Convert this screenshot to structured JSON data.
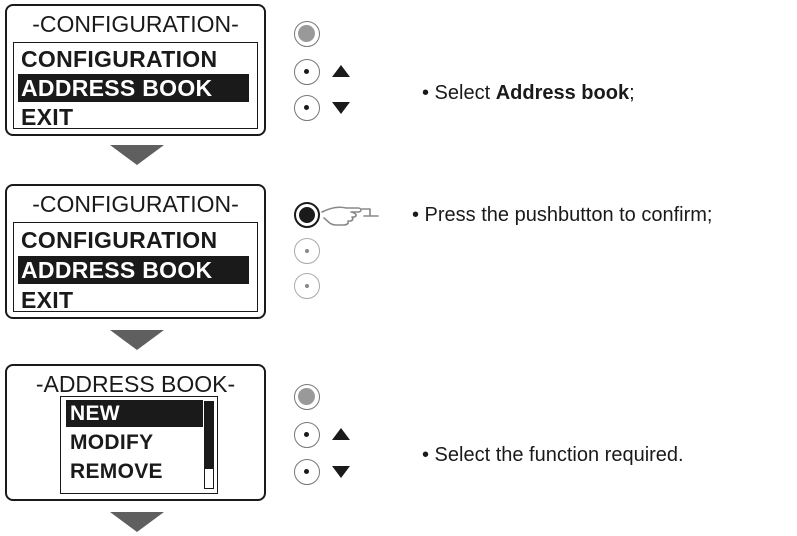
{
  "panel1": {
    "title": "-CONFIGURATION-",
    "items": [
      "CONFIGURATION",
      "ADDRESS BOOK",
      "EXIT"
    ],
    "selected_index": 1
  },
  "panel2": {
    "title": "-CONFIGURATION-",
    "items": [
      "CONFIGURATION",
      "ADDRESS BOOK",
      "EXIT"
    ],
    "selected_index": 1
  },
  "panel3": {
    "title": "-ADDRESS BOOK-",
    "items": [
      "NEW",
      "MODIFY",
      "REMOVE"
    ],
    "selected_index": 0
  },
  "instructions": {
    "step1_prefix": "• Select ",
    "step1_bold": "Address book",
    "step1_suffix": ";",
    "step2": "• Press the pushbutton to confirm;",
    "step3": "• Select the function required."
  },
  "icons": {
    "pushbutton": "pushbutton-icon",
    "up": "arrow-up-icon",
    "down": "arrow-down-icon",
    "hand": "pointing-hand-icon",
    "flow": "flow-down-triangle-icon"
  },
  "colors": {
    "ink": "#1a1a1a",
    "highlight_text": "#ffffff",
    "flow_arrow": "#5f5f5f",
    "button_grey": "#999999"
  }
}
